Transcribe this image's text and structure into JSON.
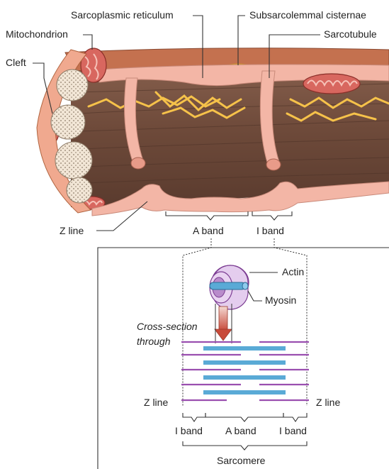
{
  "labels": {
    "sarcoplasmic_reticulum": "Sarcoplasmic reticulum",
    "subsarcolemmal_cisternae": "Subsarcolemmal cisternae",
    "mitochondrion": "Mitochondrion",
    "sarcotubule": "Sarcotubule",
    "cleft": "Cleft",
    "z_line_top": "Z line",
    "a_band_top": "A band",
    "i_band_top": "I band",
    "actin": "Actin",
    "myosin": "Myosin",
    "cross_section_line1": "Cross-section",
    "cross_section_line2": "through",
    "z_line_left": "Z line",
    "z_line_right": "Z line",
    "i_band_left": "I band",
    "a_band_bottom": "A band",
    "i_band_right": "I band",
    "sarcomere": "Sarcomere"
  },
  "colors": {
    "fiber_brown": "#7a5543",
    "membrane_pink": "#f3b6a6",
    "reticulum_yellow": "#f6c24a",
    "mitochondrion_red": "#d8675f",
    "actin_purple": "#9a4fb0",
    "myosin_blue": "#5aaad6",
    "arrow_red": "#c84a3a"
  }
}
